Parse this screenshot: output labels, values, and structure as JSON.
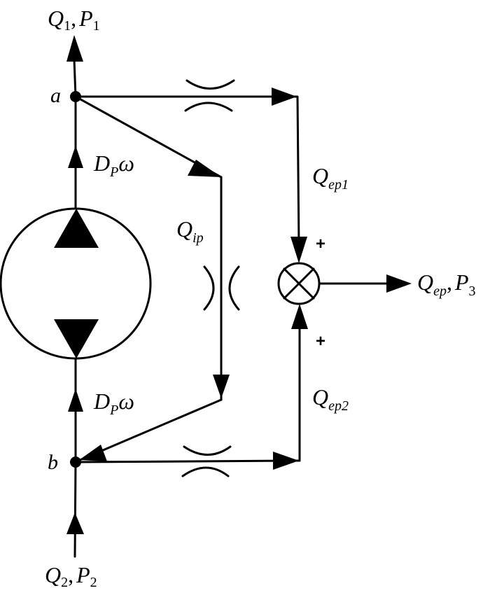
{
  "diagram": {
    "type": "hydraulic pump leakage flow schematic",
    "stroke_color": "#000000",
    "background": "#ffffff",
    "nodes": {
      "a": {
        "label": "a"
      },
      "b": {
        "label": "b"
      }
    },
    "ports": {
      "outlet": {
        "q": "Q",
        "q_sub": "1",
        "sep": ",",
        "p": "P",
        "p_sub": "1"
      },
      "inlet": {
        "q": "Q",
        "q_sub": "2",
        "sep": ",",
        "p": "P",
        "p_sub": "2"
      },
      "external": {
        "q": "Q",
        "q_sub": "ep",
        "sep": ",",
        "p": "P",
        "p_sub": "3"
      }
    },
    "flows": {
      "pump_upper": {
        "main": "D",
        "sub": "P",
        "tail": "ω"
      },
      "pump_lower": {
        "main": "D",
        "sub": "P",
        "tail": "ω"
      },
      "internal_leak": {
        "main": "Q",
        "sub": "ip"
      },
      "ext_leak_1": {
        "main": "Q",
        "sub": "ep1"
      },
      "ext_leak_2": {
        "main": "Q",
        "sub": "ep2"
      }
    },
    "summing_junction": {
      "symbol": "sum-junction-icon",
      "sign_top": "+",
      "sign_bottom": "+"
    },
    "orifices": [
      "orifice-top",
      "orifice-internal",
      "orifice-bottom"
    ],
    "pump_symbol": "pump-icon"
  }
}
